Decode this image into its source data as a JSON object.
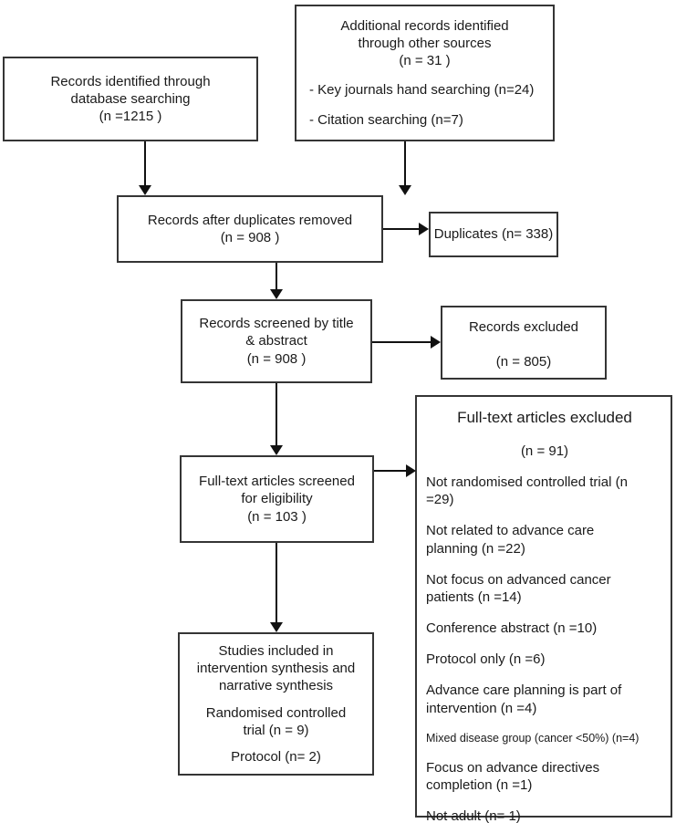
{
  "boxes": {
    "database": {
      "lines": [
        "Records identified through",
        "database searching",
        "(n =1215 )"
      ]
    },
    "other_sources": {
      "title_lines": [
        "Additional records identified",
        "through other sources",
        "(n = 31 )"
      ],
      "bullets": [
        "- Key journals hand searching (n=24)",
        "- Citation searching (n=7)"
      ]
    },
    "after_duplicates": {
      "lines": [
        "Records after duplicates removed",
        "(n = 908 )"
      ]
    },
    "duplicates": {
      "label": "Duplicates (n= 338)"
    },
    "title_abstract_screen": {
      "lines": [
        "Records screened by title",
        "& abstract",
        "(n = 908 )"
      ]
    },
    "records_excluded": {
      "lines": [
        "Records excluded",
        "(n = 805)"
      ]
    },
    "fulltext_screen": {
      "lines": [
        "Full-text articles screened",
        "for eligibility",
        "(n = 103 )"
      ]
    },
    "fulltext_excluded": {
      "title": "Full-text articles excluded",
      "count": "(n = 91)",
      "items": [
        "Not randomised controlled trial (n =29)",
        "Not related to advance care planning (n =22)",
        "Not focus on advanced cancer patients (n =14)",
        "Conference abstract (n =10)",
        "Protocol only (n =6)",
        "Advance care planning is part of intervention (n =4)",
        "Mixed disease group (cancer <50%) (n=4)",
        "Focus on advance directives completion (n =1)",
        "Not adult (n= 1)"
      ]
    },
    "included": {
      "lines": [
        "Studies included in",
        "intervention synthesis and",
        "narrative synthesis",
        "Randomised controlled",
        "trial (n = 9)",
        "Protocol (n= 2)"
      ]
    }
  },
  "colors": {
    "border": "#353535",
    "text": "#1a1a1a",
    "background": "#ffffff"
  }
}
